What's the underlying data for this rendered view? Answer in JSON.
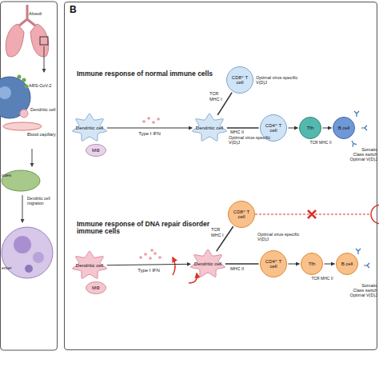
{
  "diagram": {
    "nodes": [
      {
        "text": [
          "B"
        ]
      },
      {
        "text": [
          "Dendritic cell"
        ],
        "in": 0
      },
      {
        "text": [
          "MΦ"
        ],
        "in": 0
      },
      {
        "text": [
          "Dendritic cell"
        ],
        "in": 0
      },
      {
        "text": [
          "CD8⁺ T cell"
        ],
        "in": 0
      },
      {
        "text": [
          "CD4⁺ T cell"
        ],
        "in": 0
      },
      {
        "text": [
          "Tfh"
        ],
        "in": 0
      },
      {
        "text": [
          "B cell"
        ],
        "in": 0
      },
      {
        "text": [
          "Dendritic cell"
        ],
        "in": 0
      },
      {
        "text": [
          "MΦ"
        ],
        "in": 0
      },
      {
        "text": [
          "Dendritic cell"
        ],
        "in": 0
      },
      {
        "text": [
          "CD8⁺ T cell"
        ],
        "in": 0
      },
      {
        "text": [
          "CD4⁺ T cell"
        ],
        "in": 0
      },
      {
        "text": [
          "Tfh"
        ],
        "in": 0
      },
      {
        "text": [
          "B cell"
        ],
        "in": 0
      }
    ],
    "edges": [
      {
        "from": 1,
        "to": 3,
        "arrow": "to",
        "label": "Type I IFN"
      },
      {
        "from": 3,
        "to": 4,
        "arrow": "none"
      },
      {
        "from": 3,
        "to": 5,
        "arrow": "none"
      },
      {
        "from": 5,
        "to": 6,
        "arrow": "to"
      },
      {
        "from": 6,
        "to": 7,
        "arrow": "to"
      },
      {
        "from": 8,
        "to": 10,
        "arrow": "to",
        "label": "Type I IFN"
      },
      {
        "from": 10,
        "to": 11,
        "arrow": "none"
      },
      {
        "from": 10,
        "to": 12,
        "arrow": "none"
      },
      {
        "from": 12,
        "to": 13,
        "arrow": "to"
      },
      {
        "from": 13,
        "to": 14,
        "arrow": "to"
      }
    ],
    "labels": [
      "Alveoli",
      "ARS-CoV-2",
      "Dendritic cell",
      "Blood capillary",
      "odes",
      "Dendritic cell migration",
      "enter",
      "Immune response of normal immune cells",
      "TCR",
      "MHC I",
      "Optimal virus-specific V(D)J",
      "MHC II",
      "Optimal virus-specific V(D)J",
      "TCR MHC II",
      "Somatic",
      "Class switch",
      "Optimal V(D)J",
      "Immune response of DNA repair disorder immune cells",
      "TCR",
      "MHC I",
      "Optimal virus-specific V(D)J",
      "MHC II",
      "TCR MHC II",
      "Somatic",
      "Class switch",
      "Optimal V(D)J"
    ]
  }
}
